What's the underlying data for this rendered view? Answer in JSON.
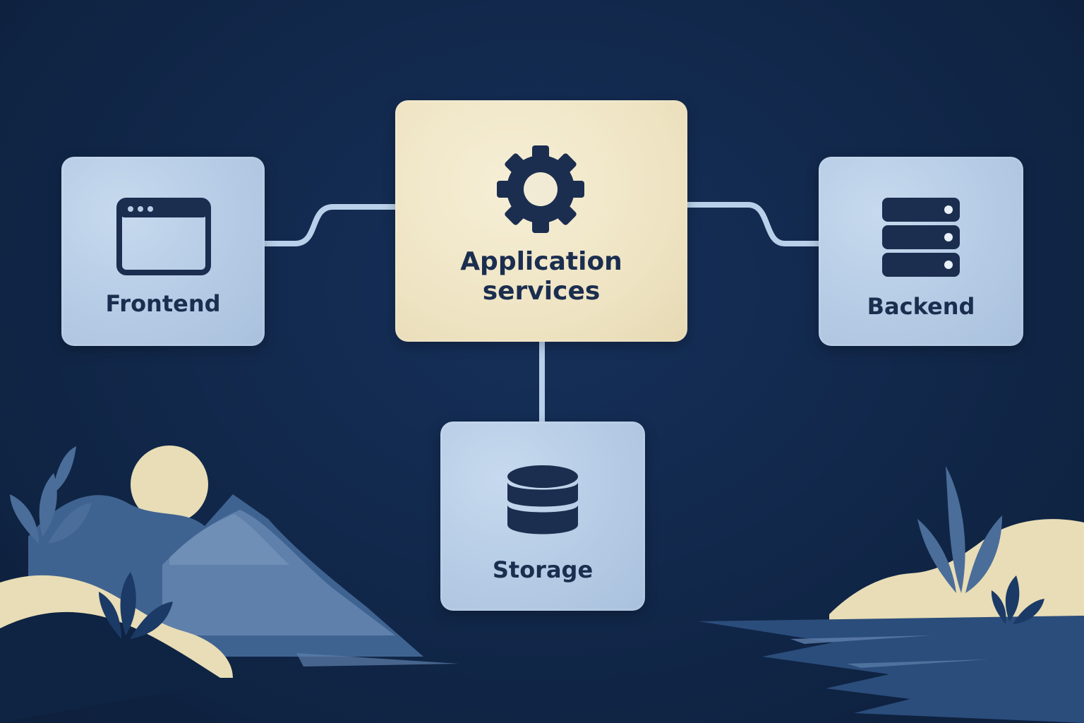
{
  "nodes": {
    "frontend": {
      "label": "Frontend",
      "icon": "browser-window-icon"
    },
    "application": {
      "label_line1": "Application",
      "label_line2": "services",
      "icon": "gear-icon"
    },
    "backend": {
      "label": "Backend",
      "icon": "server-stack-icon"
    },
    "storage": {
      "label": "Storage",
      "icon": "database-icon"
    }
  },
  "colors": {
    "background": "#112749",
    "node_blue": "#b7cde6",
    "node_cream": "#efe6c8",
    "icon_dark": "#1b2e4f",
    "connector": "#b9d0ea"
  }
}
